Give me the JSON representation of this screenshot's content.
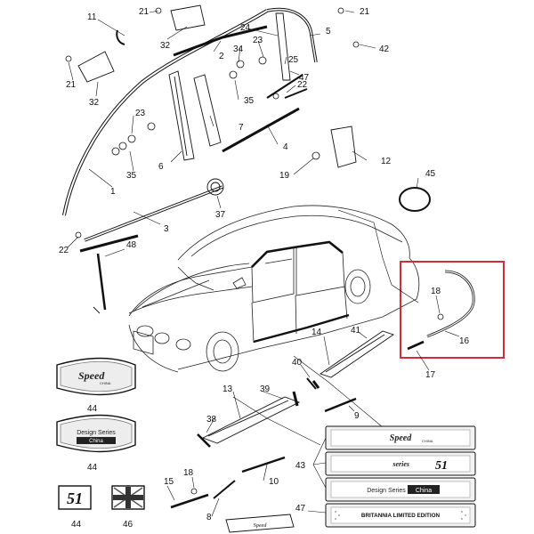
{
  "callouts": [
    {
      "id": "c11",
      "text": "11"
    },
    {
      "id": "c21a",
      "text": "21"
    },
    {
      "id": "c21b",
      "text": "21"
    },
    {
      "id": "c21c",
      "text": "21"
    },
    {
      "id": "c32a",
      "text": "32"
    },
    {
      "id": "c32b",
      "text": "32"
    },
    {
      "id": "c2",
      "text": "2"
    },
    {
      "id": "c34",
      "text": "34"
    },
    {
      "id": "c23a",
      "text": "23"
    },
    {
      "id": "c23b",
      "text": "23"
    },
    {
      "id": "c24",
      "text": "24"
    },
    {
      "id": "c5",
      "text": "5"
    },
    {
      "id": "c42",
      "text": "42"
    },
    {
      "id": "c25",
      "text": "25"
    },
    {
      "id": "c47a",
      "text": "47"
    },
    {
      "id": "c47b",
      "text": "47"
    },
    {
      "id": "c22a",
      "text": "22"
    },
    {
      "id": "c22b",
      "text": "22"
    },
    {
      "id": "c35a",
      "text": "35"
    },
    {
      "id": "c35b",
      "text": "35"
    },
    {
      "id": "c7",
      "text": "7"
    },
    {
      "id": "c6",
      "text": "6"
    },
    {
      "id": "c4",
      "text": "4"
    },
    {
      "id": "c12",
      "text": "12"
    },
    {
      "id": "c19",
      "text": "19"
    },
    {
      "id": "c1",
      "text": "1"
    },
    {
      "id": "c45",
      "text": "45"
    },
    {
      "id": "c37",
      "text": "37"
    },
    {
      "id": "c3",
      "text": "3"
    },
    {
      "id": "c48",
      "text": "48"
    },
    {
      "id": "c18a",
      "text": "18"
    },
    {
      "id": "c18b",
      "text": "18"
    },
    {
      "id": "c16",
      "text": "16"
    },
    {
      "id": "c14",
      "text": "14"
    },
    {
      "id": "c41",
      "text": "41"
    },
    {
      "id": "c40",
      "text": "40"
    },
    {
      "id": "c17",
      "text": "17"
    },
    {
      "id": "c13",
      "text": "13"
    },
    {
      "id": "c39",
      "text": "39"
    },
    {
      "id": "c9",
      "text": "9"
    },
    {
      "id": "c38",
      "text": "38"
    },
    {
      "id": "c43",
      "text": "43"
    },
    {
      "id": "c44a",
      "text": "44"
    },
    {
      "id": "c44b",
      "text": "44"
    },
    {
      "id": "c44c",
      "text": "44"
    },
    {
      "id": "c46",
      "text": "46"
    },
    {
      "id": "c15",
      "text": "15"
    },
    {
      "id": "c10",
      "text": "10"
    },
    {
      "id": "c8",
      "text": "8"
    }
  ],
  "badges": {
    "speed_script": "Speed",
    "speed_sub": "CHINA",
    "design_series": "Design Series",
    "china": "China",
    "logo_51": "51"
  },
  "kickplates": {
    "speed_script": "Speed",
    "speed_sub": "CHINA",
    "series": "series",
    "logo_51": "51",
    "design_series": "Design Series",
    "china": "China",
    "britannia": "BRITANNIA LIMITED EDITION",
    "plate8_script": "Speed"
  },
  "colors": {
    "highlight": "#d42a3a",
    "line": "#111111"
  }
}
